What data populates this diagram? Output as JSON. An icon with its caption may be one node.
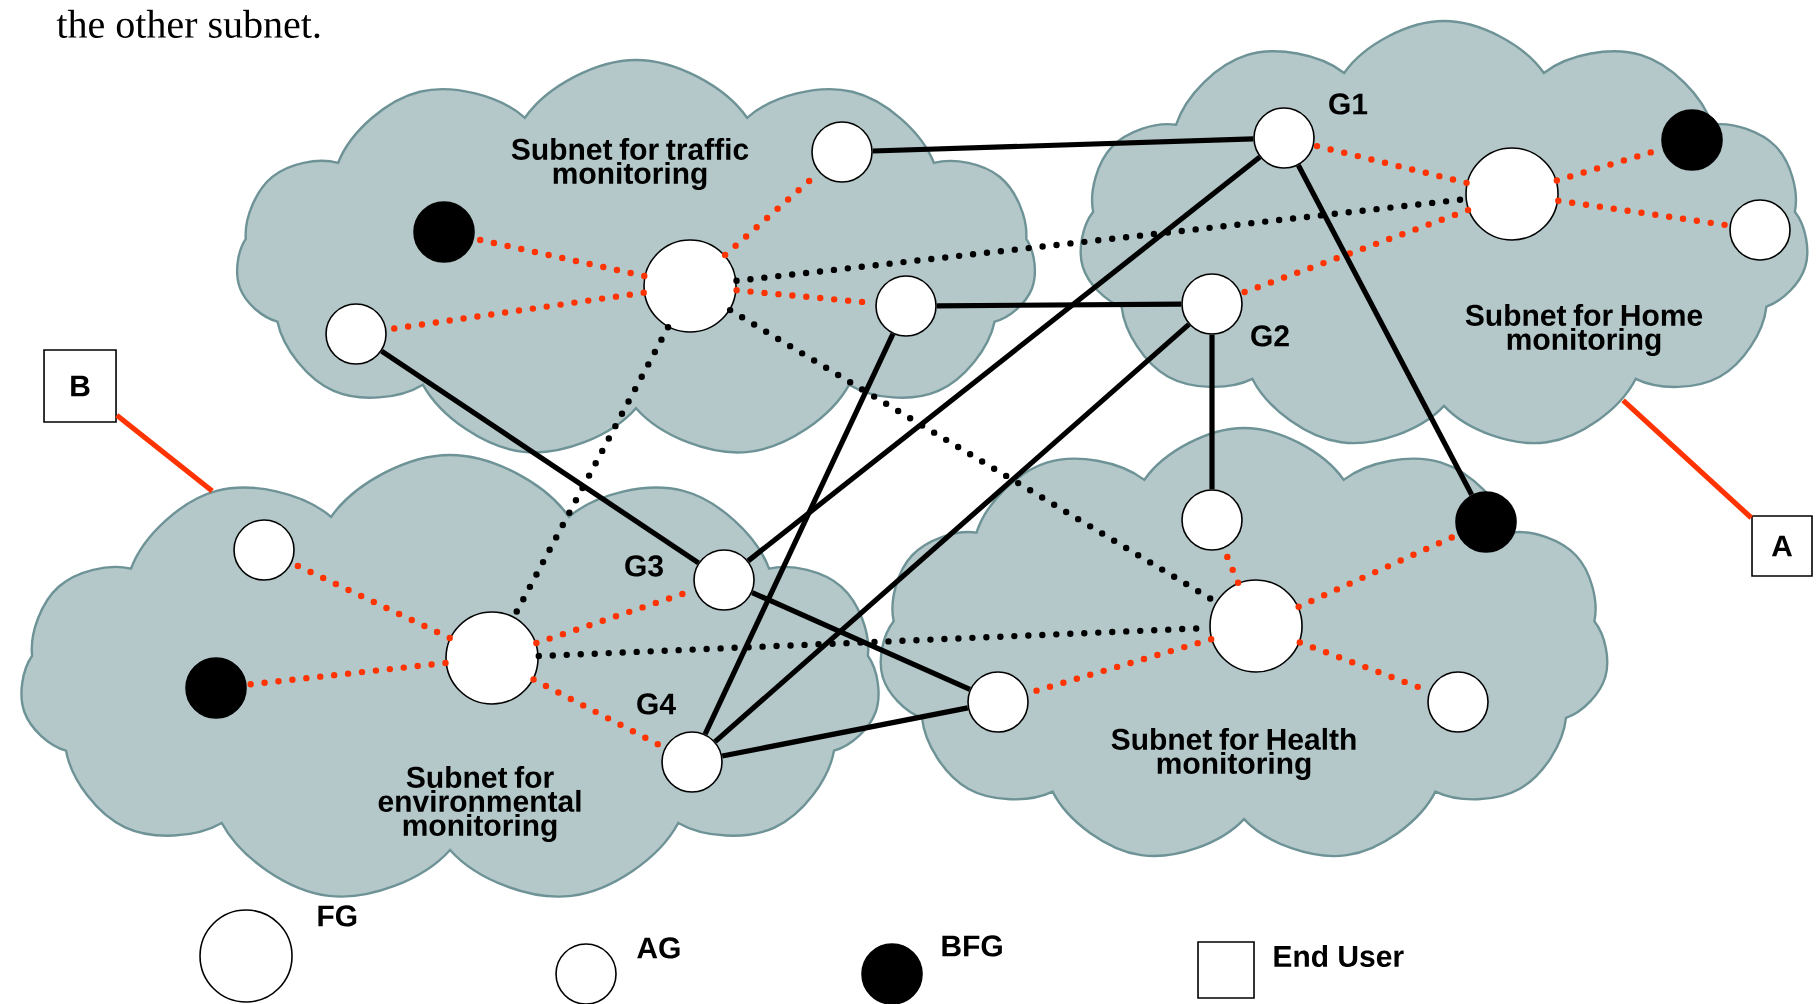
{
  "diagram": {
    "nodes": [
      {
        "text": [
          "Subnet for traffic monitoring"
        ]
      },
      {
        "text": [],
        "shape": "circle",
        "in": 0
      },
      {
        "text": [],
        "shape": "circle",
        "in": 0
      },
      {
        "text": [],
        "shape": "circle",
        "in": 0
      },
      {
        "text": [],
        "shape": "circle",
        "in": 0
      },
      {
        "text": [],
        "shape": "circle",
        "in": 0
      },
      {
        "text": [
          "Subnet for Home monitoring"
        ]
      },
      {
        "text": [
          "G1"
        ],
        "in": 6
      },
      {
        "text": [],
        "shape": "circle",
        "in": 6
      },
      {
        "text": [],
        "shape": "circle",
        "in": 6
      },
      {
        "text": [],
        "shape": "circle",
        "in": 6
      },
      {
        "text": [
          "G2"
        ],
        "in": 6
      },
      {
        "text": [
          "B"
        ]
      },
      {
        "text": [
          "Subnet for environmental monitoring"
        ]
      },
      {
        "text": [],
        "shape": "circle",
        "in": 13
      },
      {
        "text": [],
        "shape": "circle",
        "in": 13
      },
      {
        "text": [],
        "shape": "circle",
        "in": 13
      },
      {
        "text": [
          "G3"
        ],
        "in": 13
      },
      {
        "text": [
          "G4"
        ],
        "in": 13
      },
      {
        "text": [
          "Subnet for Health monitoring"
        ]
      },
      {
        "text": [],
        "shape": "circle",
        "in": 19
      },
      {
        "text": [],
        "shape": "circle",
        "in": 19
      },
      {
        "text": [],
        "shape": "circle",
        "in": 19
      },
      {
        "text": [],
        "shape": "circle",
        "in": 19
      },
      {
        "text": [],
        "shape": "circle",
        "in": 19
      },
      {
        "text": [
          "A"
        ]
      }
    ],
    "edges": [
      {
        "from": 3,
        "to": 1,
        "arrow": "none",
        "style": "dashed"
      },
      {
        "from": 3,
        "to": 2,
        "arrow": "none",
        "style": "dashed"
      },
      {
        "from": 3,
        "to": 4,
        "arrow": "none",
        "style": "dashed"
      },
      {
        "from": 3,
        "to": 5,
        "arrow": "none",
        "style": "dashed"
      },
      {
        "from": 8,
        "to": 7,
        "arrow": "none",
        "style": "dashed"
      },
      {
        "from": 8,
        "to": 11,
        "arrow": "none",
        "style": "dashed"
      },
      {
        "from": 8,
        "to": 9,
        "arrow": "none",
        "style": "dashed"
      },
      {
        "from": 8,
        "to": 10,
        "arrow": "none",
        "style": "dashed"
      },
      {
        "from": 16,
        "to": 14,
        "arrow": "none",
        "style": "dashed"
      },
      {
        "from": 16,
        "to": 15,
        "arrow": "none",
        "style": "dashed"
      },
      {
        "from": 16,
        "to": 17,
        "arrow": "none",
        "style": "dashed"
      },
      {
        "from": 16,
        "to": 18,
        "arrow": "none",
        "style": "dashed"
      },
      {
        "from": 22,
        "to": 20,
        "arrow": "none",
        "style": "dashed"
      },
      {
        "from": 22,
        "to": 21,
        "arrow": "none",
        "style": "dashed"
      },
      {
        "from": 22,
        "to": 23,
        "arrow": "none",
        "style": "dashed"
      },
      {
        "from": 22,
        "to": 24,
        "arrow": "none",
        "style": "dashed"
      },
      {
        "from": 3,
        "to": 8,
        "arrow": "none",
        "style": "dashed",
        "color": "#000000"
      },
      {
        "from": 3,
        "to": 16,
        "arrow": "none",
        "style": "dashed",
        "color": "#000000"
      },
      {
        "from": 3,
        "to": 22,
        "arrow": "none",
        "style": "dashed",
        "color": "#000000"
      },
      {
        "from": 16,
        "to": 22,
        "arrow": "none",
        "style": "dashed",
        "color": "#000000"
      },
      {
        "from": 4,
        "to": 7,
        "arrow": "none",
        "color": "#000000"
      },
      {
        "from": 5,
        "to": 11,
        "arrow": "none",
        "color": "#000000"
      },
      {
        "from": 2,
        "to": 17,
        "arrow": "none",
        "color": "#000000"
      },
      {
        "from": 17,
        "to": 7,
        "arrow": "none",
        "color": "#000000"
      },
      {
        "from": 17,
        "to": 23,
        "arrow": "none",
        "color": "#000000"
      },
      {
        "from": 18,
        "to": 5,
        "arrow": "none",
        "color": "#000000"
      },
      {
        "from": 18,
        "to": 11,
        "arrow": "none",
        "color": "#000000"
      },
      {
        "from": 18,
        "to": 23,
        "arrow": "none",
        "color": "#000000"
      },
      {
        "from": 7,
        "to": 21,
        "arrow": "none",
        "color": "#000000"
      },
      {
        "from": 11,
        "to": 20,
        "arrow": "none",
        "color": "#000000"
      },
      {
        "from": 12,
        "to": 13,
        "arrow": "none"
      },
      {
        "from": 25,
        "to": 6,
        "arrow": "none"
      }
    ],
    "labels": [
      "the other subnet."
    ],
    "legend": [
      {
        "text": "FG"
      },
      {
        "text": "AG"
      },
      {
        "text": "BFG"
      },
      {
        "text": "End User"
      }
    ]
  }
}
